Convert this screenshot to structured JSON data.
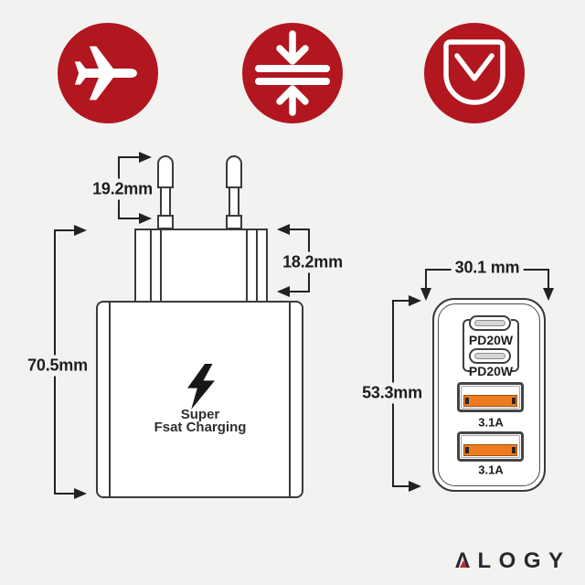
{
  "colors": {
    "background": "#f2f2f1",
    "accent_red": "#b2161e",
    "port_orange": "#ee7c1e",
    "line_dark": "#3a3a3a"
  },
  "feature_icons": [
    {
      "name": "airplane-icon"
    },
    {
      "name": "compress-icon"
    },
    {
      "name": "pocket-icon"
    }
  ],
  "side_view": {
    "pin_length": "19.2mm",
    "plug_head_height": "18.2mm",
    "body_height": "70.5mm",
    "body_label_line1": "Super",
    "body_label_line2": "Fsat Charging"
  },
  "front_view": {
    "width": "30.1 mm",
    "height": "53.3mm",
    "usb_c_ports": [
      {
        "label": "PD20W"
      },
      {
        "label": "PD20W"
      }
    ],
    "usb_a_ports": [
      {
        "label": "3.1A"
      },
      {
        "label": "3.1A"
      }
    ]
  },
  "brand": {
    "logo_glyphs": "ΛLOGY"
  }
}
